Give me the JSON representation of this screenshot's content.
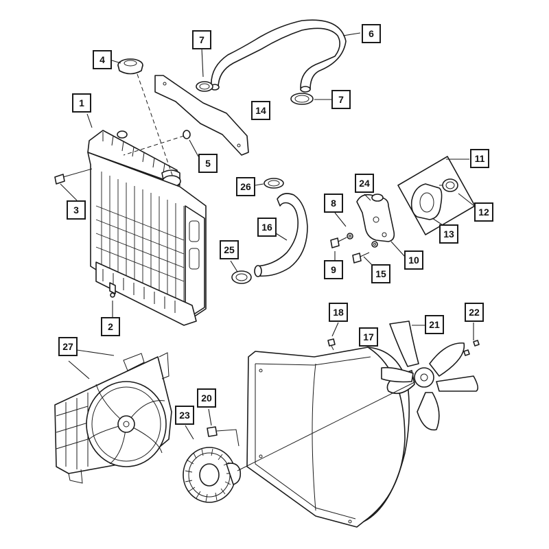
{
  "callouts": [
    {
      "id": "1",
      "label": "1"
    },
    {
      "id": "2",
      "label": "2"
    },
    {
      "id": "3",
      "label": "3"
    },
    {
      "id": "4",
      "label": "4"
    },
    {
      "id": "5",
      "label": "5"
    },
    {
      "id": "6",
      "label": "6"
    },
    {
      "id": "7a",
      "label": "7"
    },
    {
      "id": "7b",
      "label": "7"
    },
    {
      "id": "8",
      "label": "8"
    },
    {
      "id": "9",
      "label": "9"
    },
    {
      "id": "10",
      "label": "10"
    },
    {
      "id": "11",
      "label": "11"
    },
    {
      "id": "12",
      "label": "12"
    },
    {
      "id": "13",
      "label": "13"
    },
    {
      "id": "14",
      "label": "14"
    },
    {
      "id": "15",
      "label": "15"
    },
    {
      "id": "16",
      "label": "16"
    },
    {
      "id": "17",
      "label": "17"
    },
    {
      "id": "18",
      "label": "18"
    },
    {
      "id": "20",
      "label": "20"
    },
    {
      "id": "21",
      "label": "21"
    },
    {
      "id": "22",
      "label": "22"
    },
    {
      "id": "23",
      "label": "23"
    },
    {
      "id": "24",
      "label": "24"
    },
    {
      "id": "25",
      "label": "25"
    },
    {
      "id": "26",
      "label": "26"
    },
    {
      "id": "27",
      "label": "27"
    }
  ]
}
